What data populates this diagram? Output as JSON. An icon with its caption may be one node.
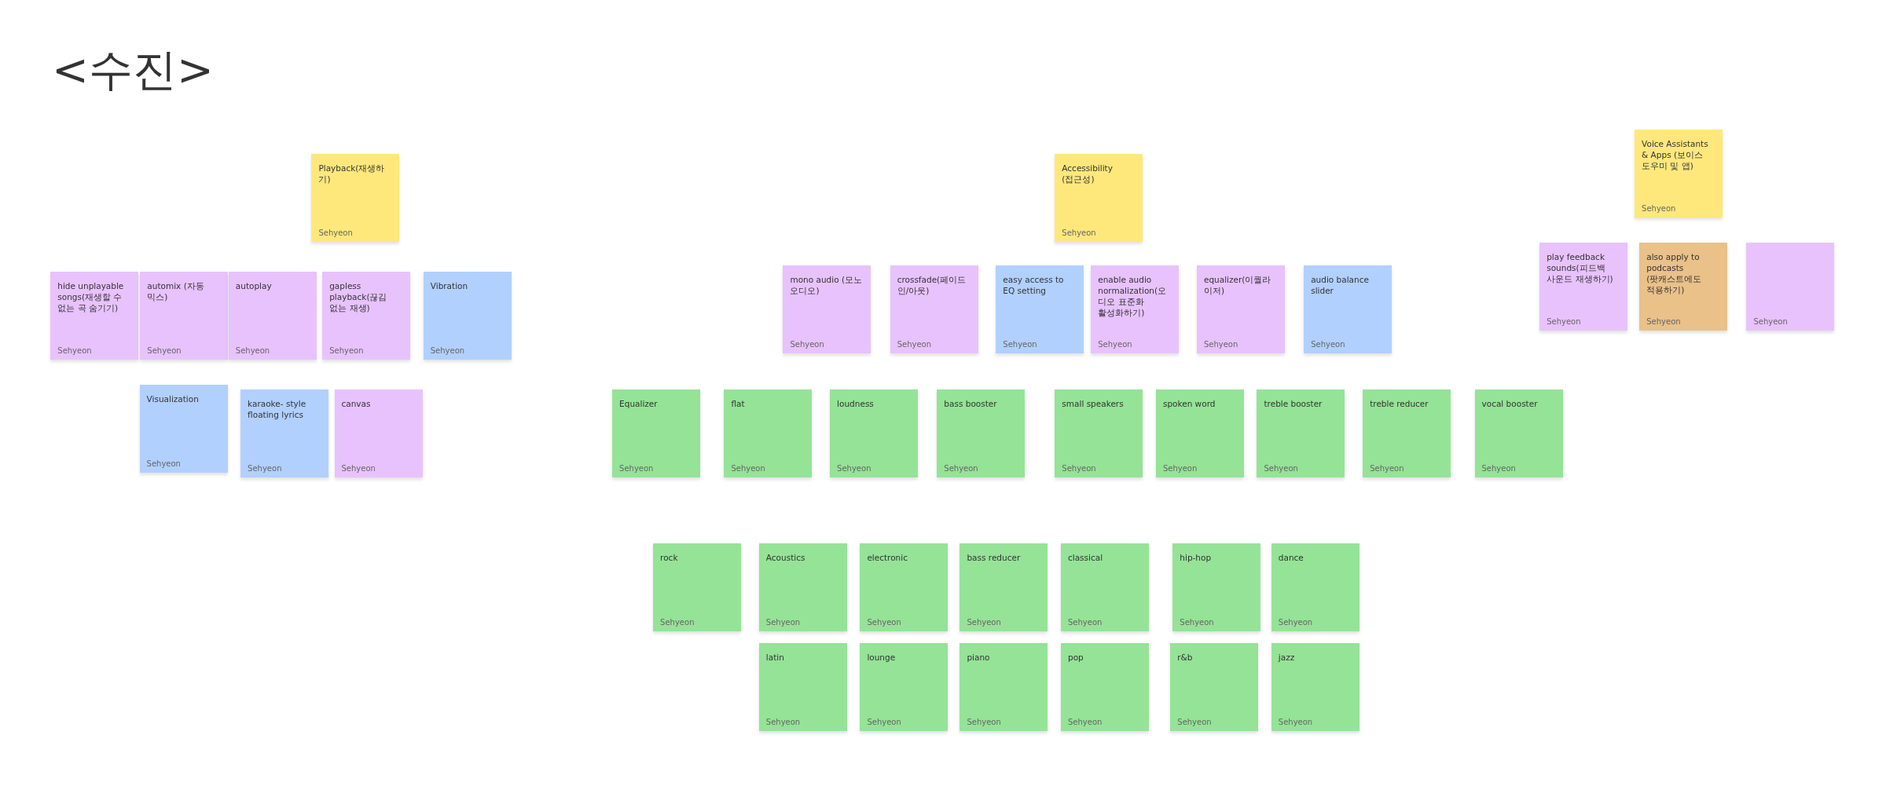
{
  "diagram": {
    "title": "<수진>",
    "nodes": [
      {
        "text": [
          "Playback(재생하기)",
          "Sehyeon"
        ]
      },
      {
        "text": [
          "Accessibility (접근성)",
          "Sehyeon"
        ]
      },
      {
        "text": [
          "Voice Assistants & Apps (보이스 도우미 및 앱)",
          "Sehyeon"
        ]
      },
      {
        "text": [
          "hide unplayable songs(재생할 수 없는 곡 숨기기)",
          "Sehyeon"
        ]
      },
      {
        "text": [
          "automix (자동 믹스)",
          "Sehyeon"
        ]
      },
      {
        "text": [
          "autoplay",
          "Sehyeon"
        ]
      },
      {
        "text": [
          "gapless playback(끊김 없는 재생)",
          "Sehyeon"
        ]
      },
      {
        "text": [
          "Vibration",
          "Sehyeon"
        ]
      },
      {
        "text": [
          "mono audio (모노 오디오)",
          "Sehyeon"
        ]
      },
      {
        "text": [
          "crossfade(페이드 인/아웃)",
          "Sehyeon"
        ]
      },
      {
        "text": [
          "easy access to EQ setting",
          "Sehyeon"
        ]
      },
      {
        "text": [
          "enable audio normalization(오디오 표준화 활성화하기)",
          "Sehyeon"
        ]
      },
      {
        "text": [
          "equalizer(이퀄라이저)",
          "Sehyeon"
        ]
      },
      {
        "text": [
          "audio balance slider",
          "Sehyeon"
        ]
      },
      {
        "text": [
          "play feedback sounds(피드백 사운드 재생하기)",
          "Sehyeon"
        ]
      },
      {
        "text": [
          "also apply to podcasts (팟캐스트에도 적용하기)",
          "Sehyeon"
        ]
      },
      {
        "text": [
          "Sehyeon"
        ]
      },
      {
        "text": [
          "Visualization",
          "Sehyeon"
        ]
      },
      {
        "text": [
          "karaoke- style floating lyrics",
          "Sehyeon"
        ]
      },
      {
        "text": [
          "canvas",
          "Sehyeon"
        ]
      },
      {
        "text": [
          "Equalizer",
          "Sehyeon"
        ]
      },
      {
        "text": [
          "flat",
          "Sehyeon"
        ]
      },
      {
        "text": [
          "loudness",
          "Sehyeon"
        ]
      },
      {
        "text": [
          "bass booster",
          "Sehyeon"
        ]
      },
      {
        "text": [
          "small speakers",
          "Sehyeon"
        ]
      },
      {
        "text": [
          "spoken word",
          "Sehyeon"
        ]
      },
      {
        "text": [
          "treble booster",
          "Sehyeon"
        ]
      },
      {
        "text": [
          "treble reducer",
          "Sehyeon"
        ]
      },
      {
        "text": [
          "vocal booster",
          "Sehyeon"
        ]
      },
      {
        "text": [
          "rock",
          "Sehyeon"
        ]
      },
      {
        "text": [
          "Acoustics",
          "Sehyeon"
        ]
      },
      {
        "text": [
          "electronic",
          "Sehyeon"
        ]
      },
      {
        "text": [
          "bass reducer",
          "Sehyeon"
        ]
      },
      {
        "text": [
          "classical",
          "Sehyeon"
        ]
      },
      {
        "text": [
          "hip-hop",
          "Sehyeon"
        ]
      },
      {
        "text": [
          "dance",
          "Sehyeon"
        ]
      },
      {
        "text": [
          "latin",
          "Sehyeon"
        ]
      },
      {
        "text": [
          "lounge",
          "Sehyeon"
        ]
      },
      {
        "text": [
          "piano",
          "Sehyeon"
        ]
      },
      {
        "text": [
          "pop",
          "Sehyeon"
        ]
      },
      {
        "text": [
          "r&b",
          "Sehyeon"
        ]
      },
      {
        "text": [
          "jazz",
          "Sehyeon"
        ]
      }
    ],
    "edges": []
  }
}
